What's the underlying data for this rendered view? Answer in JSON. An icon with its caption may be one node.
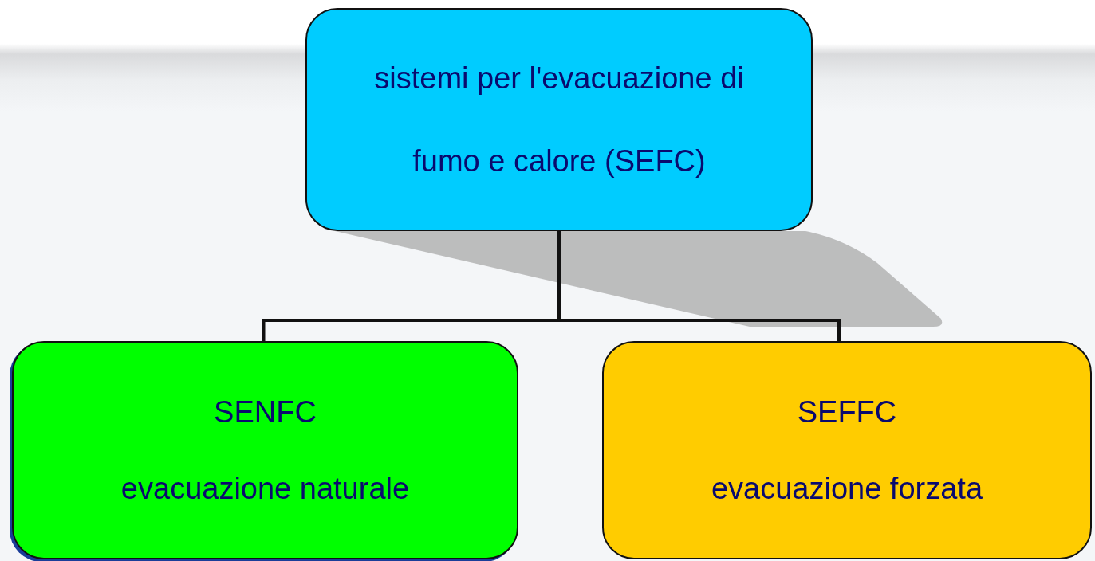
{
  "diagram": {
    "nodes": [
      {
        "text": [
          "sistemi per l'evacuazione di fumo e calore (SEFC)"
        ]
      },
      {
        "text": [
          "SENFC",
          "evacuazione naturale"
        ]
      },
      {
        "text": [
          "SEFFC",
          "evacuazione forzata"
        ]
      }
    ],
    "edges": [
      {
        "from": 0,
        "to": 1,
        "arrow": "none"
      },
      {
        "from": 0,
        "to": 2,
        "arrow": "none"
      }
    ]
  }
}
